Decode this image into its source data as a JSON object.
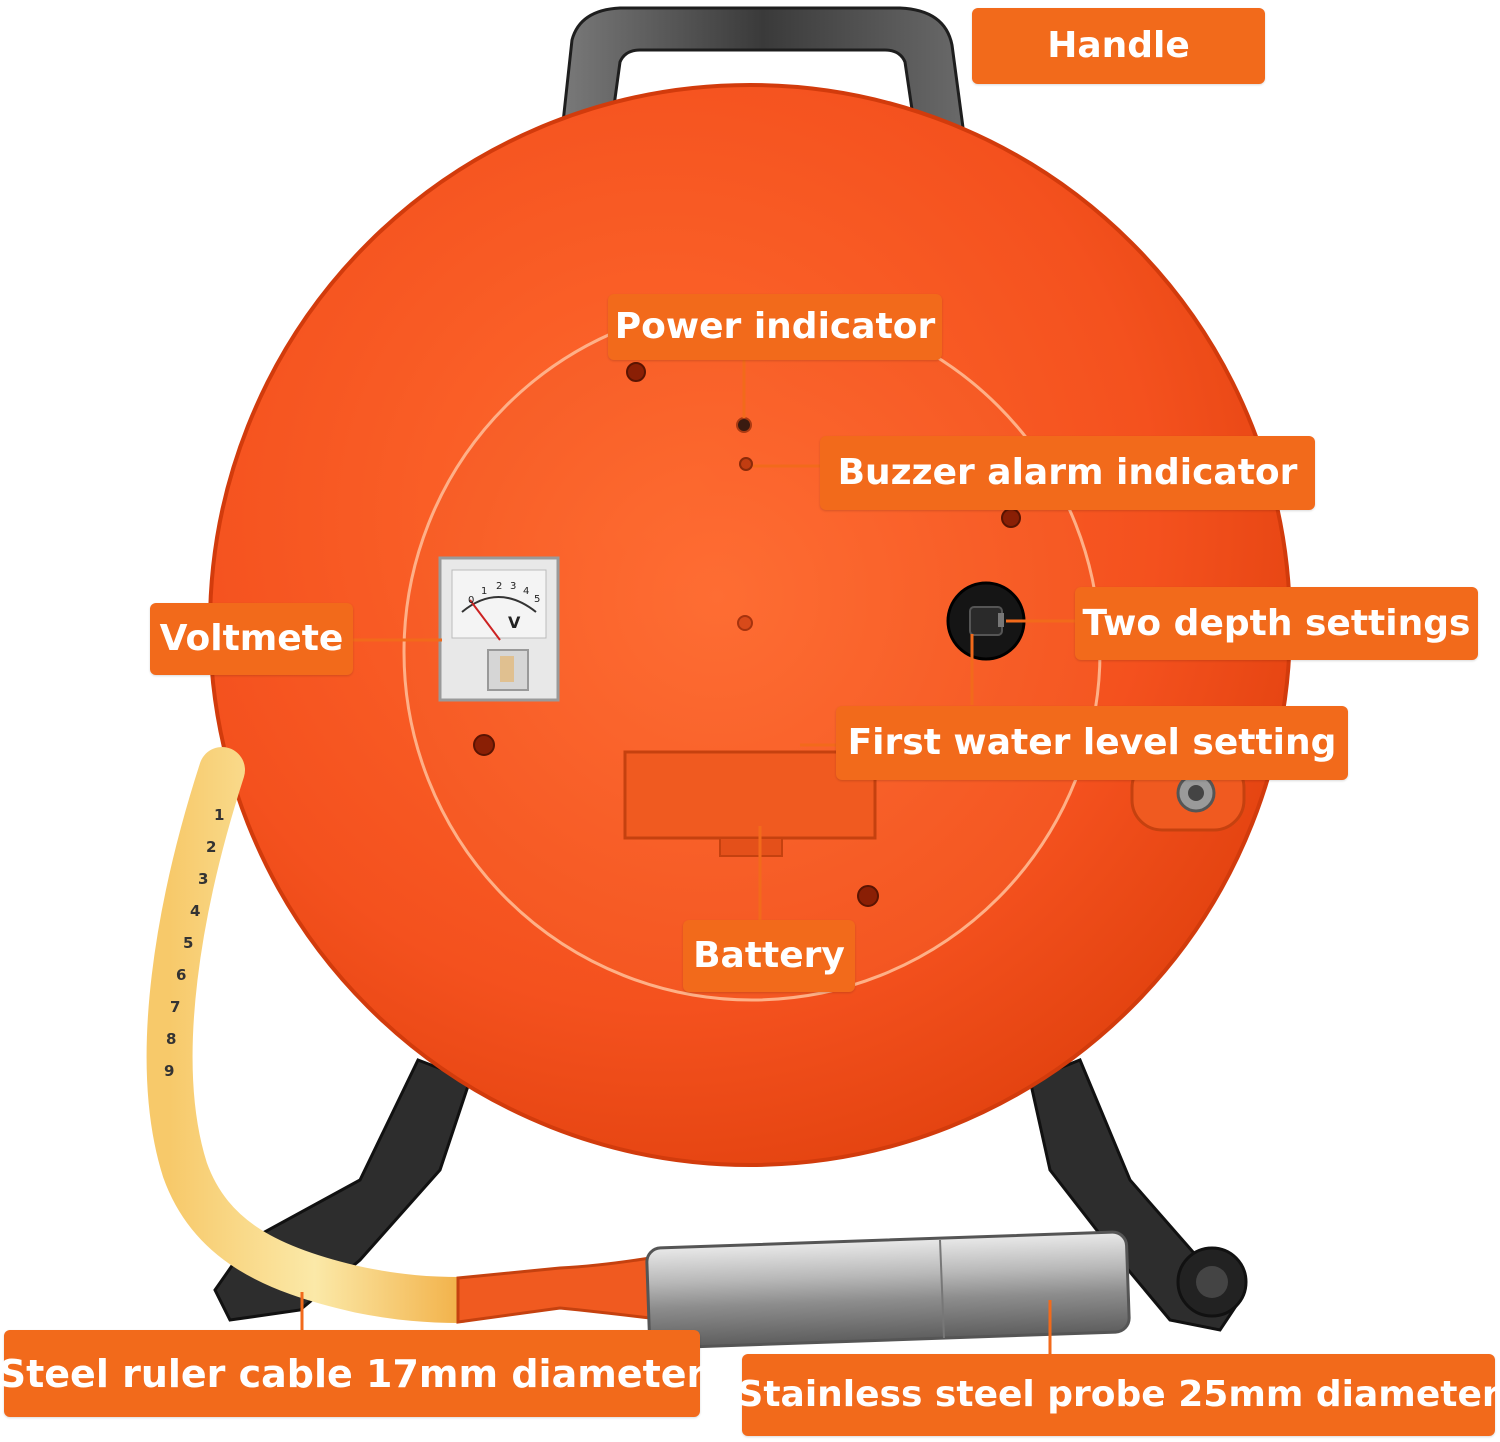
{
  "labels": {
    "handle": "Handle",
    "power_indicator": "Power indicator",
    "buzzer_alarm_indicator": "Buzzer alarm indicator",
    "voltmeter": "Voltmete",
    "two_depth_settings": "Two depth settings",
    "first_water_level_setting": "First water level setting",
    "battery": "Battery",
    "steel_ruler_cable": "Steel ruler cable 17mm diameter",
    "stainless_steel_probe": "Stainless steel probe 25mm diameter"
  },
  "voltmeter_face": {
    "scale": [
      "0",
      "1",
      "2",
      "3",
      "4",
      "5"
    ],
    "unit": "V"
  },
  "ruler_numbers": [
    "1",
    "2",
    "3",
    "4",
    "5",
    "6",
    "7",
    "8",
    "9"
  ],
  "colors": {
    "reel_orange": "#f4511e",
    "label_orange": "#f26a1b",
    "frame_dark": "#2a2a2a"
  }
}
